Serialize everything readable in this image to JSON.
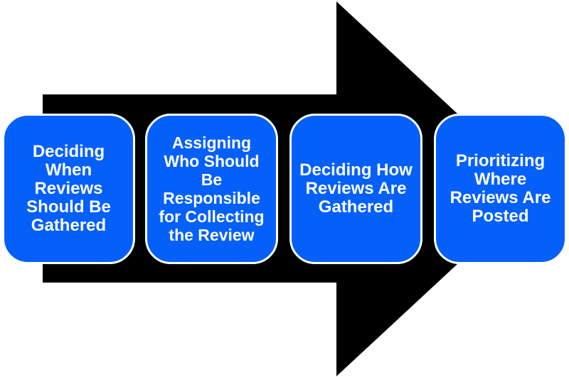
{
  "diagram": {
    "type": "process-flow-arrow",
    "direction": "left-to-right",
    "steps": [
      {
        "label": "Deciding\nWhen\nReviews\nShould Be\nGathered"
      },
      {
        "label": "Assigning\nWho Should\nBe\nResponsible\nfor Collecting\nthe Review"
      },
      {
        "label": "Deciding How\nReviews Are\nGathered"
      },
      {
        "label": "Prioritizing\nWhere\nReviews Are\nPosted"
      }
    ]
  },
  "colors": {
    "arrow": "#000000",
    "box-fill": "#0560fa",
    "box-border": "#ffffff",
    "box-text": "#ffffff",
    "background": "#ffffff"
  }
}
